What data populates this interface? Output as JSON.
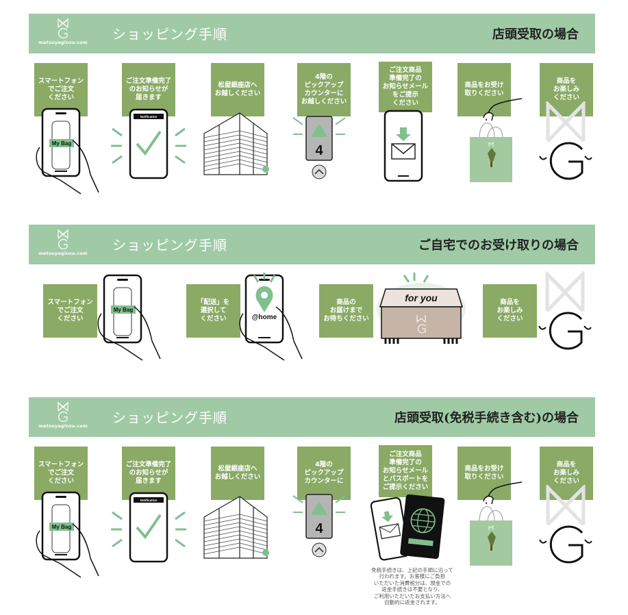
{
  "brand": {
    "url": "matsuyaginza.com"
  },
  "colors": {
    "band": "#9fcaa5",
    "box": "#8aaa66",
    "accent": "#7fc08e"
  },
  "sections": [
    {
      "title": "ショッピング手順",
      "case": "店頭受取の場合",
      "steps": [
        {
          "text": "スマートフォン\nでご注文\nください",
          "icon": "phone-mybag",
          "label": "My Bag"
        },
        {
          "text": "ご注文準備完了\nのお知らせが\n届きます",
          "icon": "phone-notification",
          "label": "Notification"
        },
        {
          "text": "松屋銀座店へ\nお越しください",
          "icon": "building",
          "label": ""
        },
        {
          "text": "4階の\nピックアップ\nカウンターに\nお越しください",
          "icon": "elevator",
          "label": "4"
        },
        {
          "text": "ご注文商品\n準備完了の\nお知らせメール\nをご提示\nください",
          "icon": "phone-mail",
          "label": ""
        },
        {
          "text": "商品をお受け\n取りください",
          "icon": "bag",
          "label": ""
        },
        {
          "text": "商品を\nお楽しみ\nください",
          "icon": "mg-logo",
          "label": ""
        }
      ]
    },
    {
      "title": "ショッピング手順",
      "case": "ご自宅でのお受け取りの場合",
      "steps": [
        {
          "text": "スマートフォン\nでご注文\nください",
          "icon": "phone-mybag",
          "label": "My Bag"
        },
        {
          "text": "「配送」を\n選択して\nください",
          "icon": "phone-home",
          "label": "@home"
        },
        {
          "text": "商品の\nお届けまで\nお待ちください",
          "icon": "box",
          "label": "for you"
        },
        {
          "text": "商品を\nお楽しみ\nください",
          "icon": "mg-logo",
          "label": ""
        }
      ]
    },
    {
      "title": "ショッピング手順",
      "case": "店頭受取(免税手続き含む)の場合",
      "steps": [
        {
          "text": "スマートフォン\nでご注文\nください",
          "icon": "phone-mybag",
          "label": "My Bag"
        },
        {
          "text": "ご注文準備完了\nのお知らせが\n届きます",
          "icon": "phone-notification",
          "label": "Notification"
        },
        {
          "text": "松屋銀座店へ\nお越しください",
          "icon": "building",
          "label": ""
        },
        {
          "text": "4階の\nピックアップ\nカウンターに",
          "icon": "elevator",
          "label": "4"
        },
        {
          "text": "ご注文商品\n準備完了の\nお知らせメール\nとパスポートを\nご提示ください",
          "icon": "passport",
          "label": ""
        },
        {
          "text": "商品をお受け\n取りください",
          "icon": "bag",
          "label": ""
        },
        {
          "text": "商品を\nお楽しみ\nください",
          "icon": "mg-logo",
          "label": ""
        }
      ],
      "note": "免税手続きは、上記の手順に沿って\n行われます。お客様にご負担\nいただいた消費税分は、現金での\n返金手続きは不要となり、\nご利用いただいたお支払い方法へ\n自動的に返金されます。"
    }
  ]
}
